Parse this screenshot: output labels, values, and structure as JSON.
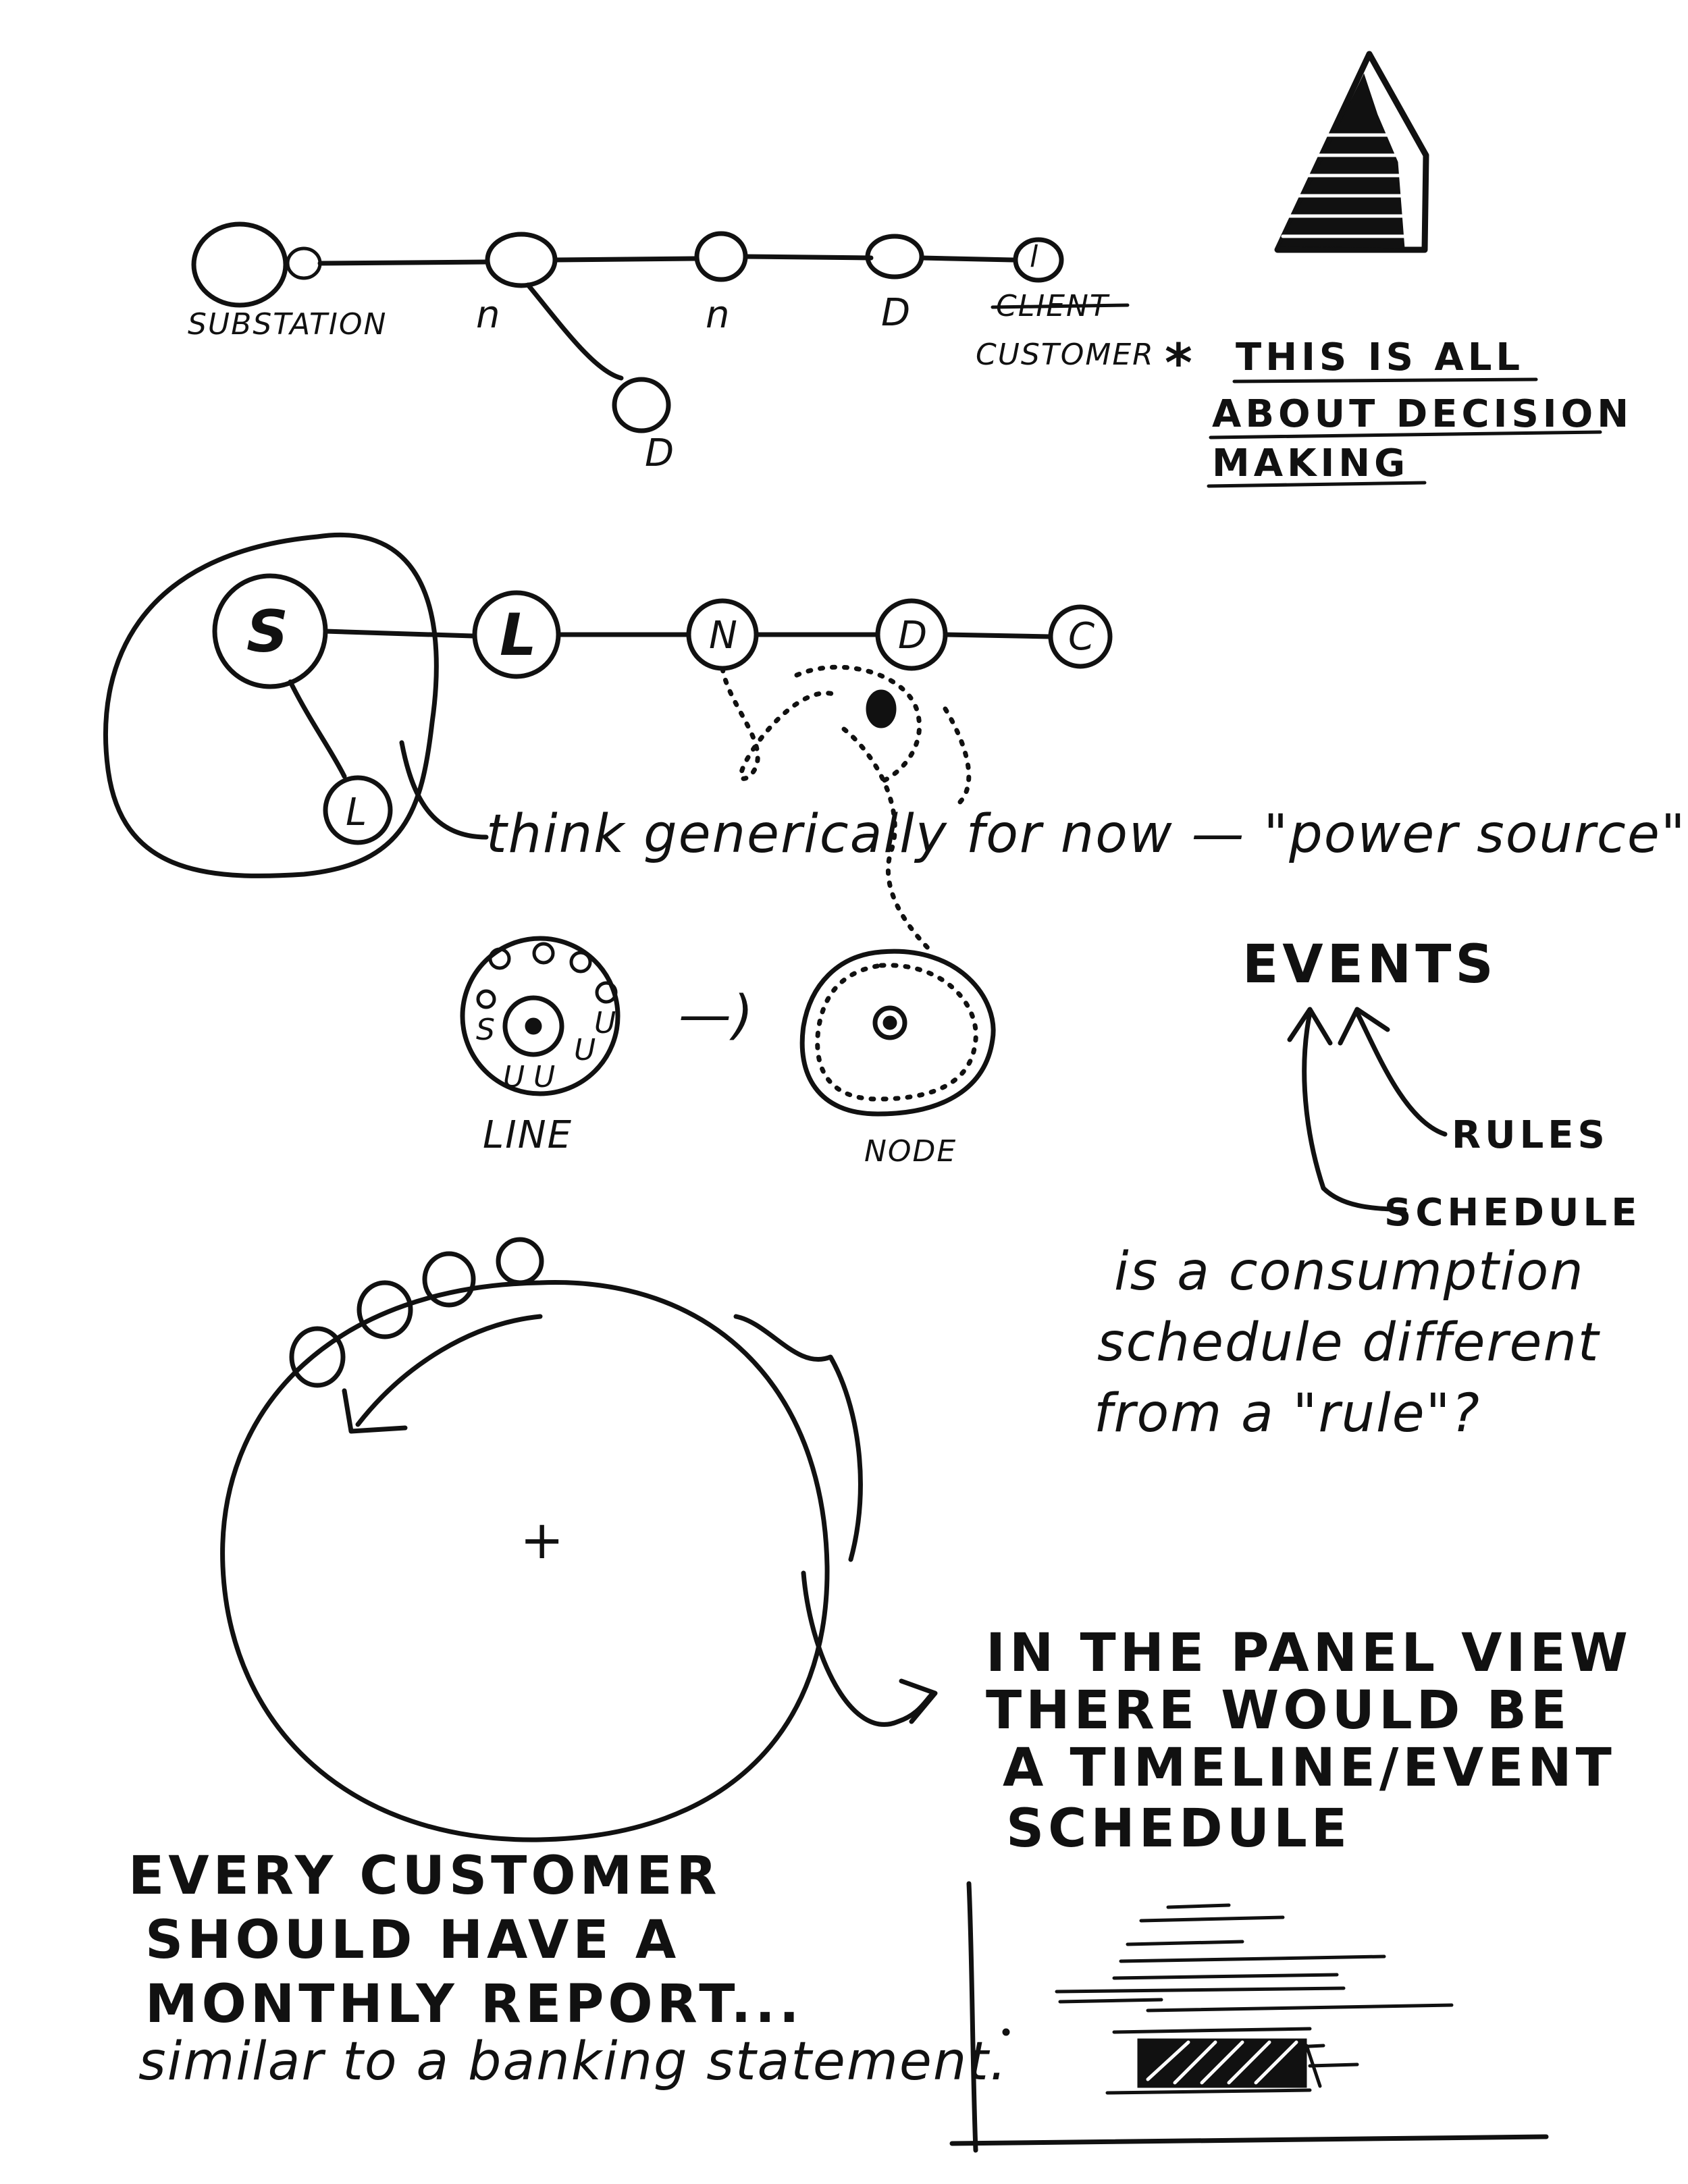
{
  "top_chain": {
    "nodes": [
      "n",
      "n",
      "D",
      "l"
    ],
    "branch_node": "D",
    "substation_label": "SUBSTATION",
    "customer_label_struck": "CLIENT",
    "customer_label": "CUSTOMER"
  },
  "decision_note": {
    "asterisk": "*",
    "line1": "THIS IS ALL",
    "line2": "ABOUT DECISION",
    "line3": "MAKING"
  },
  "second_chain": {
    "nodes": [
      "S",
      "L",
      "N",
      "D",
      "C"
    ],
    "inner_node": "L"
  },
  "power_source_note": "think generically for now — \"power source\"",
  "line_view": {
    "label": "LINE",
    "letters": [
      "S",
      "U",
      "U",
      "U",
      "U"
    ],
    "arrow": "—)"
  },
  "node_view": {
    "label": "NODE"
  },
  "events_diagram": {
    "events": "EVENTS",
    "rules": "RULES",
    "schedule": "SCHEDULE"
  },
  "question_note": {
    "line1": "is a consumption",
    "line2": "schedule different",
    "line3": "from a \"rule\"?"
  },
  "wheel": {
    "center_mark": "+"
  },
  "panel_note": {
    "line1": "IN THE PANEL VIEW",
    "line2": "THERE WOULD BE",
    "line3": "A TIMELINE/EVENT",
    "line4": "SCHEDULE"
  },
  "customer_note": {
    "line1": "EVERY CUSTOMER",
    "line2": "SHOULD HAVE A",
    "line3": "MONTHLY REPORT...",
    "line4": "similar to a banking statement."
  }
}
